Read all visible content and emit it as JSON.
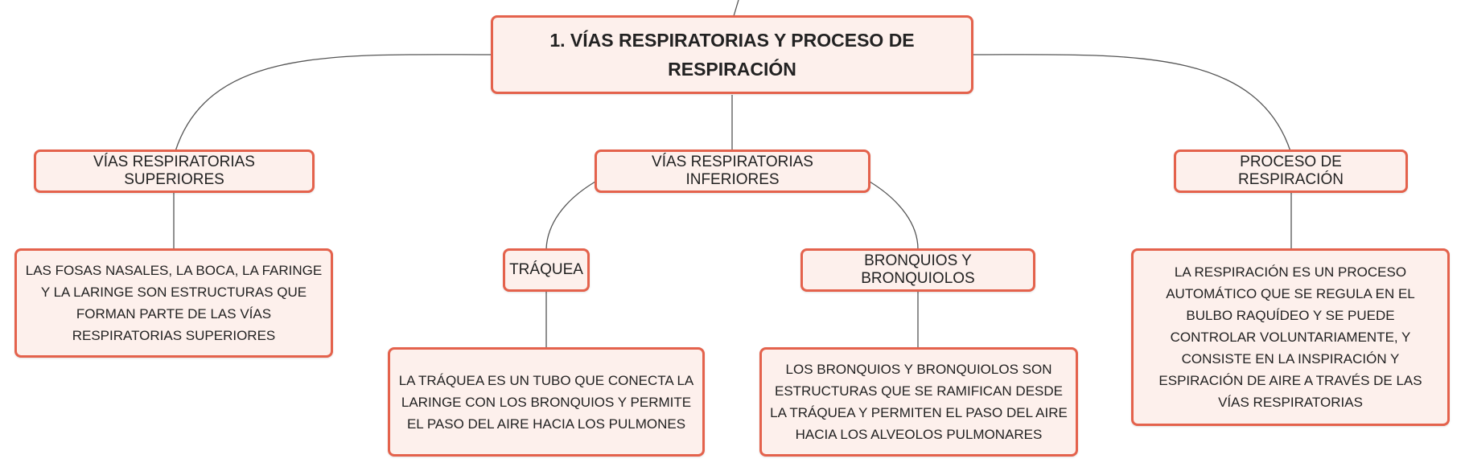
{
  "colors": {
    "node_fill": "#fdf0ec",
    "node_border": "#e4624c",
    "connector": "#555555",
    "text": "#222222"
  },
  "root": {
    "title": "1. VÍAS RESPIRATORIAS Y PROCESO DE RESPIRACIÓN"
  },
  "branches": {
    "superiores": "VÍAS RESPIRATORIAS SUPERIORES",
    "inferiores": "VÍAS RESPIRATORIAS INFERIORES",
    "proceso": "PROCESO DE RESPIRACIÓN",
    "traquea": "TRÁQUEA",
    "bronquios": "BRONQUIOS Y BRONQUIOLOS"
  },
  "descriptions": {
    "superiores": "LAS FOSAS NASALES, LA BOCA, LA FARINGE Y LA LARINGE SON ESTRUCTURAS QUE FORMAN PARTE DE LAS VÍAS RESPIRATORIAS SUPERIORES",
    "traquea": "LA TRÁQUEA ES UN TUBO QUE CONECTA LA LARINGE CON LOS BRONQUIOS Y PERMITE EL PASO DEL AIRE HACIA LOS PULMONES",
    "bronquios": "LOS BRONQUIOS Y BRONQUIOLOS SON ESTRUCTURAS QUE SE RAMIFICAN DESDE LA TRÁQUEA Y PERMITEN EL PASO DEL AIRE HACIA LOS ALVEOLOS PULMONARES",
    "proceso": "LA RESPIRACIÓN ES UN PROCESO AUTOMÁTICO QUE SE REGULA EN EL BULBO RAQUÍDEO Y SE PUEDE CONTROLAR VOLUNTARIAMENTE, Y CONSISTE EN LA INSPIRACIÓN Y ESPIRACIÓN DE AIRE A TRAVÉS DE LAS VÍAS RESPIRATORIAS"
  }
}
